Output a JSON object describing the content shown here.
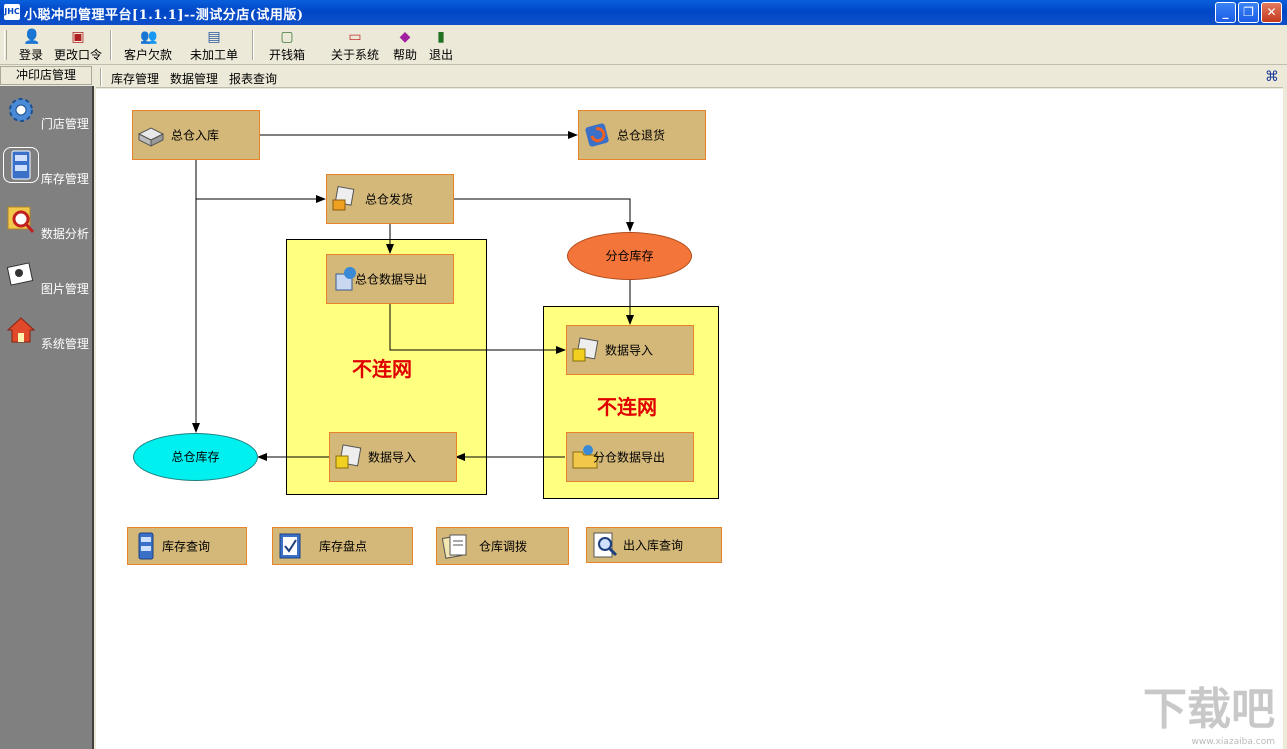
{
  "window": {
    "title": "小聪冲印管理平台[1.1.1]--测试分店(试用版)",
    "app_icon": "JHC"
  },
  "toolbar": {
    "login": "登录",
    "change_pwd": "更改口令",
    "customer_debt": "客户欠款",
    "unprocessed": "未加工单",
    "open_drawer": "开钱箱",
    "about": "关于系统",
    "help": "帮助",
    "exit": "退出"
  },
  "sidebar": {
    "header": "冲印店管理",
    "items": [
      {
        "label": "门店管理",
        "icon": "gear-icon"
      },
      {
        "label": "库存管理",
        "icon": "cabinet-icon"
      },
      {
        "label": "数据分析",
        "icon": "magnifier-icon"
      },
      {
        "label": "图片管理",
        "icon": "picture-icon"
      },
      {
        "label": "系统管理",
        "icon": "house-icon"
      }
    ]
  },
  "menu": {
    "inventory": "库存管理",
    "data": "数据管理",
    "reports": "报表查询"
  },
  "flow": {
    "main_in": "总仓入库",
    "main_return": "总仓退货",
    "main_ship": "总仓发货",
    "branch_stock": "分仓库存",
    "main_export": "总仓数据导出",
    "offline_1": "不连网",
    "data_import_right": "数据导入",
    "offline_2": "不连网",
    "main_stock": "总仓库存",
    "data_import_left": "数据导入",
    "branch_export": "分仓数据导出"
  },
  "bottom": {
    "stock_query": "库存查询",
    "stocktake": "库存盘点",
    "transfer": "仓库调拨",
    "io_query": "出入库查询"
  },
  "watermark": {
    "main": "下载吧",
    "url": "www.xiazaiba.com"
  },
  "colors": {
    "box": "#d4b87a",
    "box_border": "#e8832a",
    "zone": "#ffff80",
    "branch_stock": "#f4753a",
    "main_stock": "#00f0f0",
    "offline_text": "#e00000"
  }
}
